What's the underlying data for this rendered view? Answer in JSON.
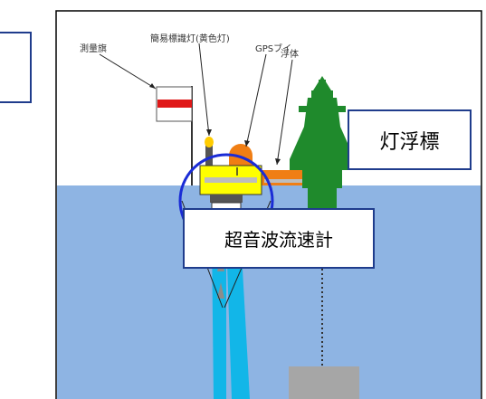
{
  "labels": {
    "survey_flag": "測量旗",
    "simple_beacon": "簡易標識灯(黄色灯)",
    "gps_buoy": "GPSブイ",
    "float": "浮体",
    "light_buoy": "灯浮標",
    "ultrasonic_meter": "超音波流速計"
  },
  "colors": {
    "water": "#8eb4e3",
    "frame": "#1f3c8c",
    "buoy_green": "#1f8a2c",
    "float_yellow": "#ffff00",
    "gps_orange": "#f07e14",
    "beam_cyan": "#12b6e8",
    "flag_red": "#e01818",
    "anchor_gray": "#a6a6a6"
  }
}
